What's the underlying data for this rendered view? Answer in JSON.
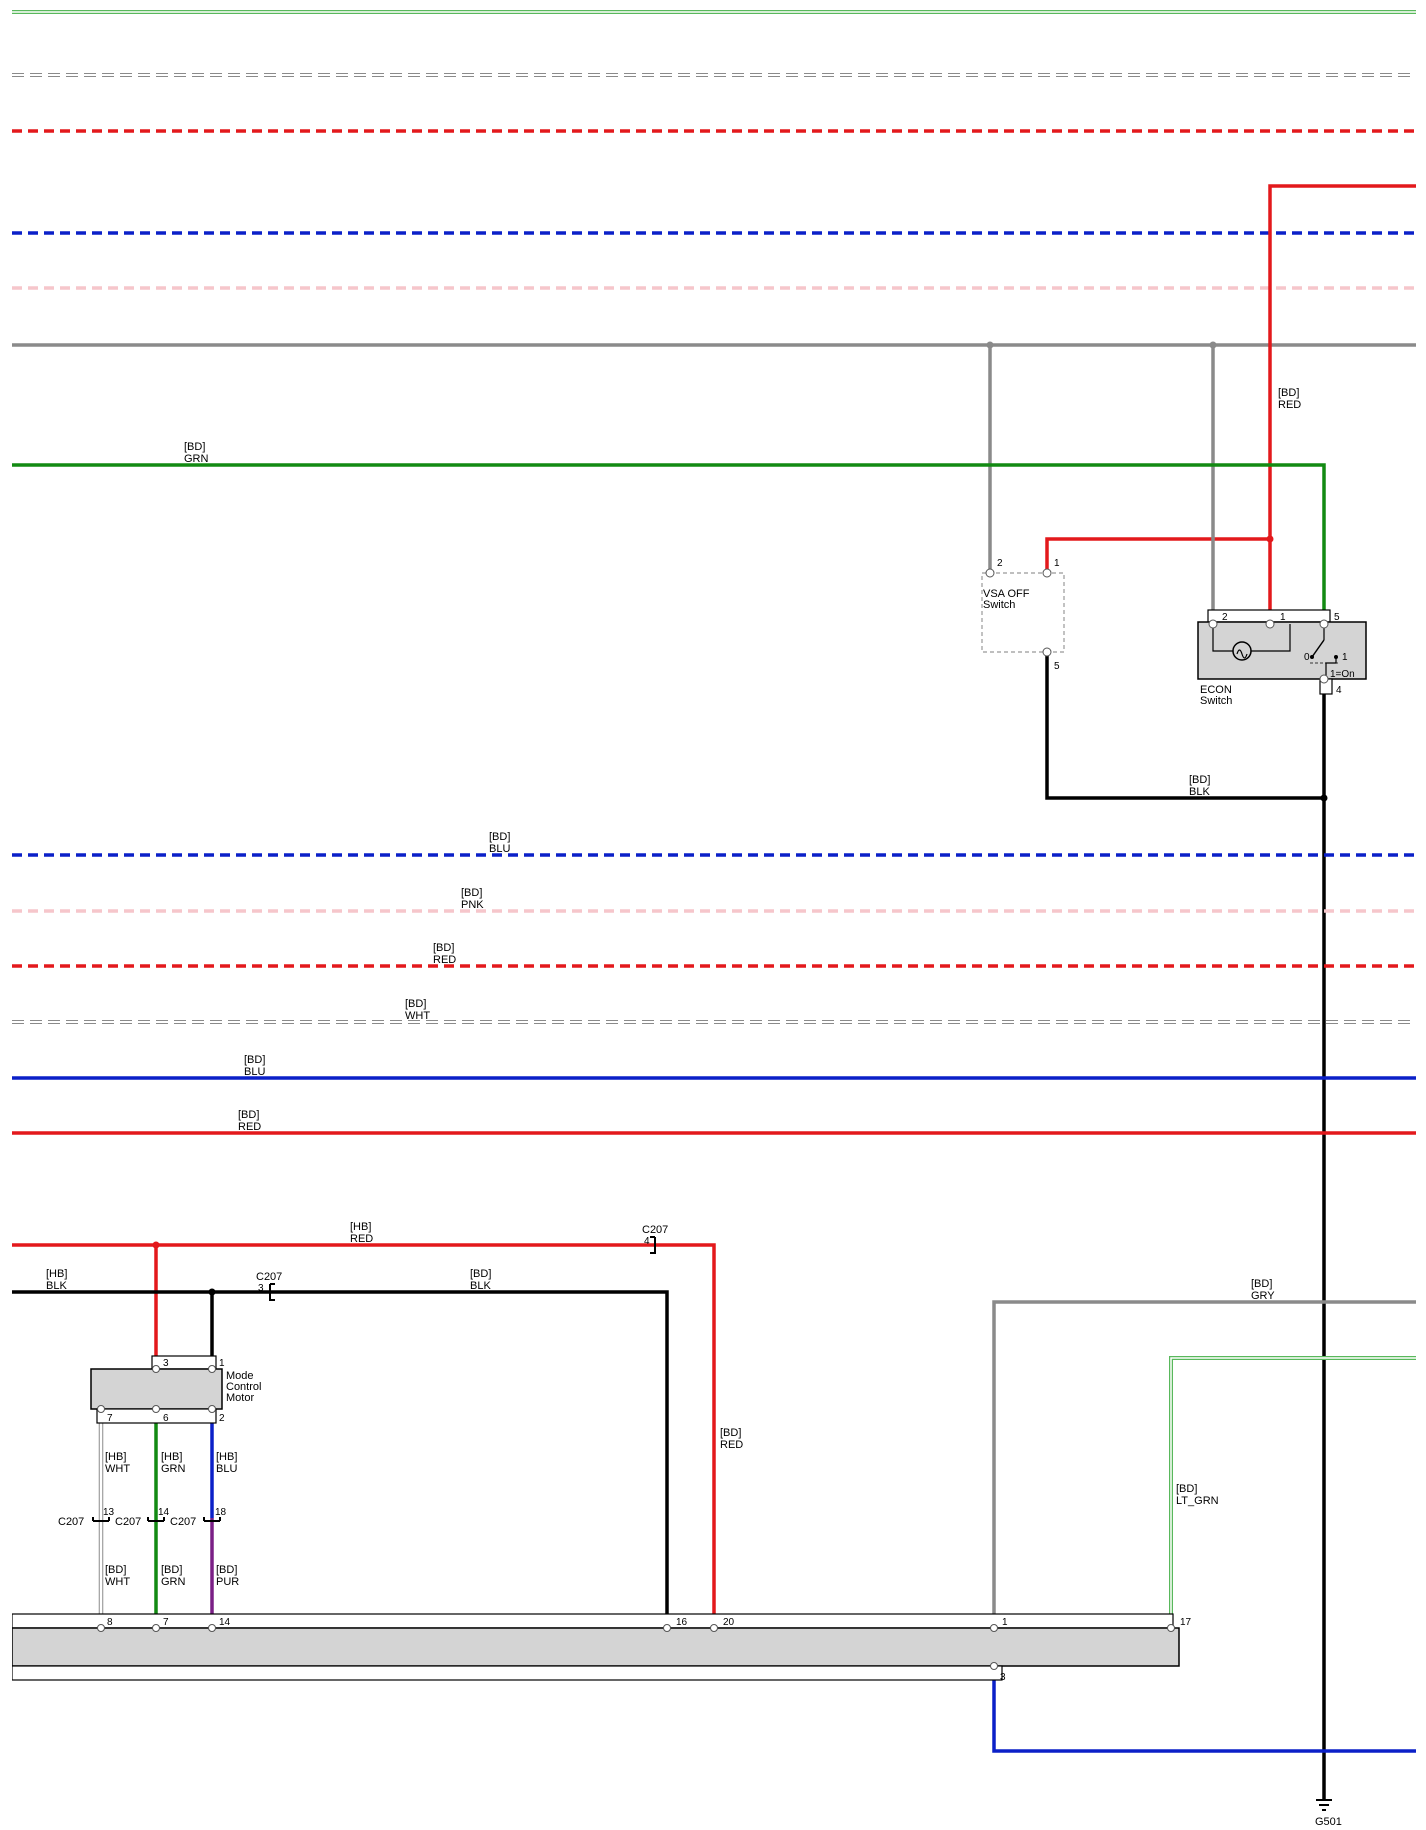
{
  "colors": {
    "RED": "#e3191c",
    "BLU": "#0b20c8",
    "GRN": "#128a12",
    "BLK": "#000000",
    "GRY": "#8a8a8a",
    "PNK": "#f6c6cb",
    "WHT": "#ffffff",
    "PUR": "#7a1f86",
    "LT_GRN": "#59b85c",
    "component_fill": "#d4d4d4"
  },
  "wires": {
    "top_red": [
      "[BD]",
      "RED"
    ],
    "top_grn": [
      "[BD]",
      "GRN"
    ],
    "top_blk": [
      "[BD]",
      "BLK"
    ],
    "mid_blu": [
      "[BD]",
      "BLU"
    ],
    "mid_pnk": [
      "[BD]",
      "PNK"
    ],
    "mid_red": [
      "[BD]",
      "RED"
    ],
    "mid_wht": [
      "[BD]",
      "WHT"
    ],
    "solid_blu": [
      "[BD]",
      "BLU"
    ],
    "solid_red": [
      "[BD]",
      "RED"
    ],
    "hb_red": [
      "[HB]",
      "RED"
    ],
    "hb_blk_left": [
      "[HB]",
      "BLK"
    ],
    "bd_blk_right": [
      "[BD]",
      "BLK"
    ],
    "red_vertical": [
      "[BD]",
      "RED"
    ],
    "gry_right": [
      "[BD]",
      "GRY"
    ],
    "ltgrn_right": [
      "[BD]",
      "LT_GRN"
    ],
    "hb_wht": [
      "[HB]",
      "WHT"
    ],
    "hb_grn": [
      "[HB]",
      "GRN"
    ],
    "hb_blu": [
      "[HB]",
      "BLU"
    ],
    "bd_wht": [
      "[BD]",
      "WHT"
    ],
    "bd_grn": [
      "[BD]",
      "GRN"
    ],
    "bd_pur": [
      "[BD]",
      "PUR"
    ]
  },
  "components": {
    "vsa_off": {
      "label": [
        "VSA OFF",
        "Switch"
      ],
      "pins": [
        "2",
        "1",
        "5"
      ]
    },
    "econ": {
      "label": [
        "ECON",
        "Switch"
      ],
      "pins": [
        "2",
        "1",
        "5",
        "4"
      ],
      "state_labels": [
        "0",
        "1",
        "1=On"
      ]
    },
    "mode_motor": {
      "label": [
        "Mode",
        "Control",
        "Motor"
      ],
      "pins": [
        "3",
        "1",
        "7",
        "6",
        "2"
      ]
    }
  },
  "connectors": {
    "c207_a": {
      "name": "C207",
      "pin": "4"
    },
    "c207_b": {
      "name": "C207",
      "pin": "3"
    },
    "c207_13": {
      "name": "C207",
      "pin": "13"
    },
    "c207_14": {
      "name": "C207",
      "pin": "14"
    },
    "c207_18": {
      "name": "C207",
      "pin": "18"
    }
  },
  "bottom_pins": [
    "8",
    "7",
    "14",
    "16",
    "20",
    "1",
    "17",
    "3"
  ],
  "ground": {
    "name": "G501"
  }
}
